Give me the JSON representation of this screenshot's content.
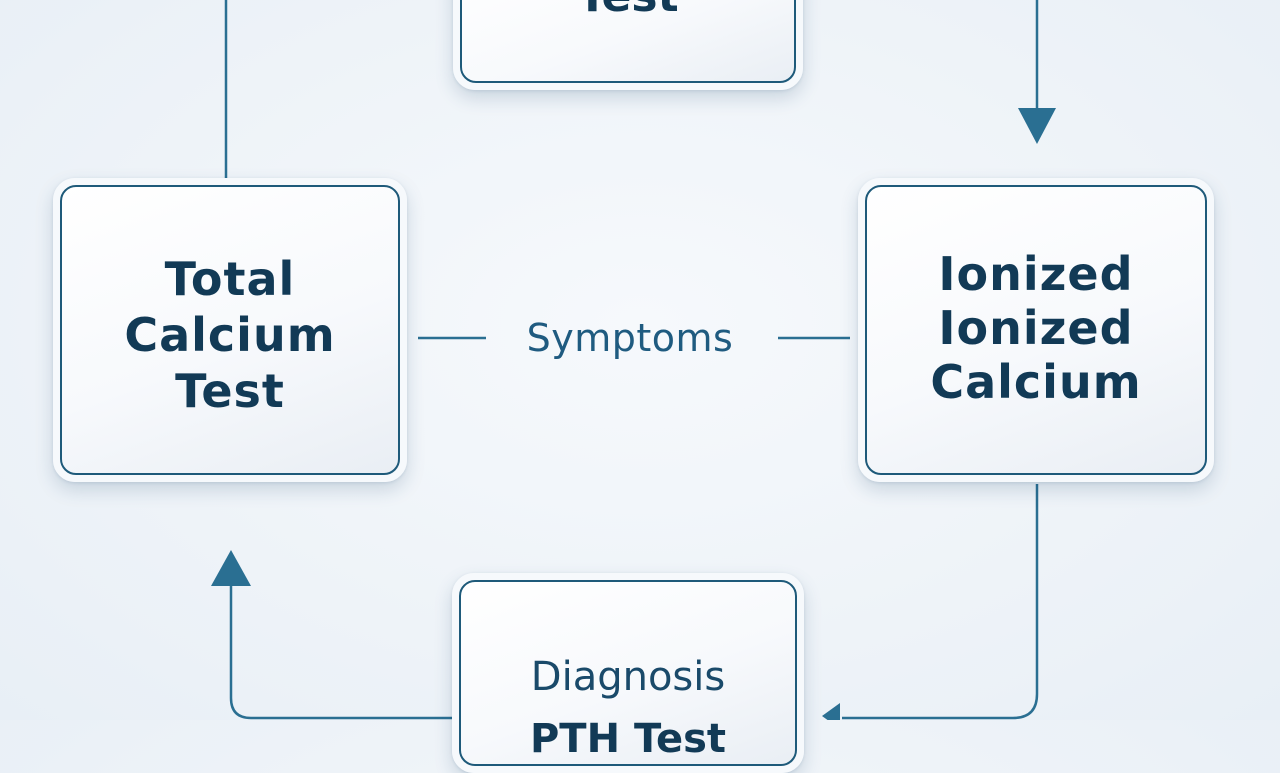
{
  "diagram": {
    "nodes": {
      "top": {
        "lines": [
          "Test"
        ]
      },
      "left": {
        "lines": [
          "Total",
          "Calcium",
          "Test"
        ]
      },
      "right": {
        "lines": [
          "Ionized",
          "Ionized",
          "Calcium"
        ]
      },
      "bottom": {
        "lines": [
          "Diagnosis",
          "PTH Test"
        ]
      }
    },
    "center_label": "Symptoms",
    "colors": {
      "connector": "#2a6f92",
      "border": "#1e5a7a",
      "text": "#123a56",
      "label": "#1f5b80"
    }
  }
}
